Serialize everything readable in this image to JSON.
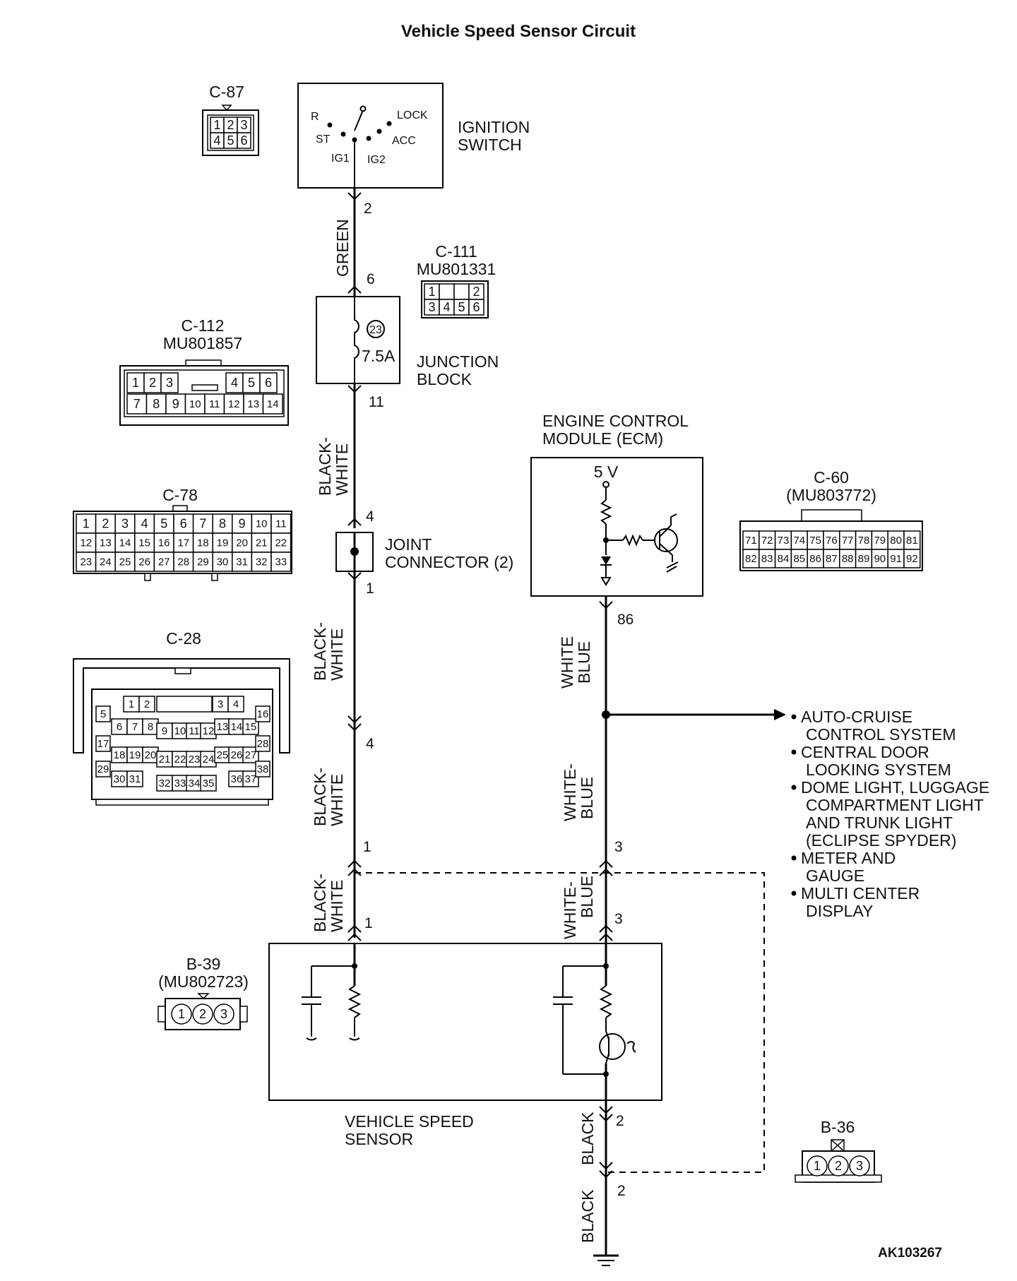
{
  "title": "Vehicle Speed Sensor Circuit",
  "figure_code": "AK103267",
  "ignition_switch": {
    "label_line1": "IGNITION",
    "label_line2": "SWITCH",
    "positions": [
      "R",
      "LOCK",
      "ST",
      "ACC",
      "IG1",
      "IG2"
    ],
    "out_pin": "2"
  },
  "wires": {
    "green": "GREEN",
    "black_white_1": "BLACK-",
    "black_white_2": "WHITE",
    "white_blue_1": "WHITE",
    "white_blue_2": "BLUE",
    "white_blue_dash_1": "WHITE-",
    "white_blue_dash_2": "BLUE",
    "black": "BLACK"
  },
  "junction_block": {
    "label_line1": "JUNCTION",
    "label_line2": "BLOCK",
    "fuse_no": "23",
    "fuse_rating": "7.5A",
    "in_pin": "6",
    "out_pin": "11"
  },
  "joint_connector": {
    "label_line1": "JOINT",
    "label_line2": "CONNECTOR (2)",
    "in_pin": "4",
    "out_pin": "1"
  },
  "ecm": {
    "label_line1": "ENGINE CONTROL",
    "label_line2": "MODULE (ECM)",
    "supply": "5 V",
    "pin": "86"
  },
  "vss": {
    "label_line1": "VEHICLE SPEED",
    "label_line2": "SENSOR"
  },
  "pins": {
    "left_4": "4",
    "left_1_upper": "1",
    "left_1_lower": "1",
    "right_3_upper": "3",
    "right_3_lower": "3",
    "right_2_upper": "2",
    "right_2_lower": "2"
  },
  "systems": [
    "AUTO-CRUISE",
    "CONTROL SYSTEM",
    "CENTRAL DOOR",
    "LOOKING SYSTEM",
    "DOME LIGHT, LUGGAGE",
    "COMPARTMENT LIGHT",
    "AND TRUNK LIGHT",
    "(ECLIPSE SPYDER)",
    "METER AND",
    "GAUGE",
    "MULTI CENTER",
    "DISPLAY"
  ],
  "connectors": {
    "c87": {
      "name": "C-87",
      "cells": [
        "1",
        "2",
        "3",
        "4",
        "5",
        "6"
      ]
    },
    "c111": {
      "name": "C-111",
      "part": "MU801331",
      "cells": [
        "1",
        "",
        "",
        "2",
        "3",
        "4",
        "5",
        "6"
      ]
    },
    "c112": {
      "name": "C-112",
      "part": "MU801857",
      "row1": [
        "1",
        "2",
        "3",
        "",
        "4",
        "5",
        "6"
      ],
      "row2": [
        "7",
        "8",
        "9",
        "10",
        "11",
        "12",
        "13",
        "14"
      ]
    },
    "c78": {
      "name": "C-78",
      "row1": [
        "1",
        "2",
        "3",
        "4",
        "5",
        "6",
        "7",
        "8",
        "9",
        "10",
        "11"
      ],
      "row2": [
        "12",
        "13",
        "14",
        "15",
        "16",
        "17",
        "18",
        "19",
        "20",
        "21",
        "22"
      ],
      "row3": [
        "23",
        "24",
        "25",
        "26",
        "27",
        "28",
        "29",
        "30",
        "31",
        "32",
        "33"
      ]
    },
    "c60": {
      "name": "C-60",
      "part": "(MU803772)",
      "row1": [
        "71",
        "72",
        "73",
        "74",
        "75",
        "76",
        "77",
        "78",
        "79",
        "80",
        "81"
      ],
      "row2": [
        "82",
        "83",
        "84",
        "85",
        "86",
        "87",
        "88",
        "89",
        "90",
        "91",
        "92"
      ]
    },
    "c28": {
      "name": "C-28",
      "cells": [
        "1",
        "2",
        "3",
        "4",
        "5",
        "6",
        "7",
        "8",
        "9",
        "10",
        "11",
        "12",
        "13",
        "14",
        "15",
        "16",
        "17",
        "18",
        "19",
        "20",
        "21",
        "22",
        "23",
        "24",
        "25",
        "26",
        "27",
        "28",
        "29",
        "30",
        "31",
        "32",
        "33",
        "34",
        "35",
        "36",
        "37",
        "38"
      ]
    },
    "b39": {
      "name": "B-39",
      "part": "(MU802723)",
      "cells": [
        "1",
        "2",
        "3"
      ]
    },
    "b36": {
      "name": "B-36",
      "cells": [
        "1",
        "2",
        "3"
      ]
    }
  }
}
